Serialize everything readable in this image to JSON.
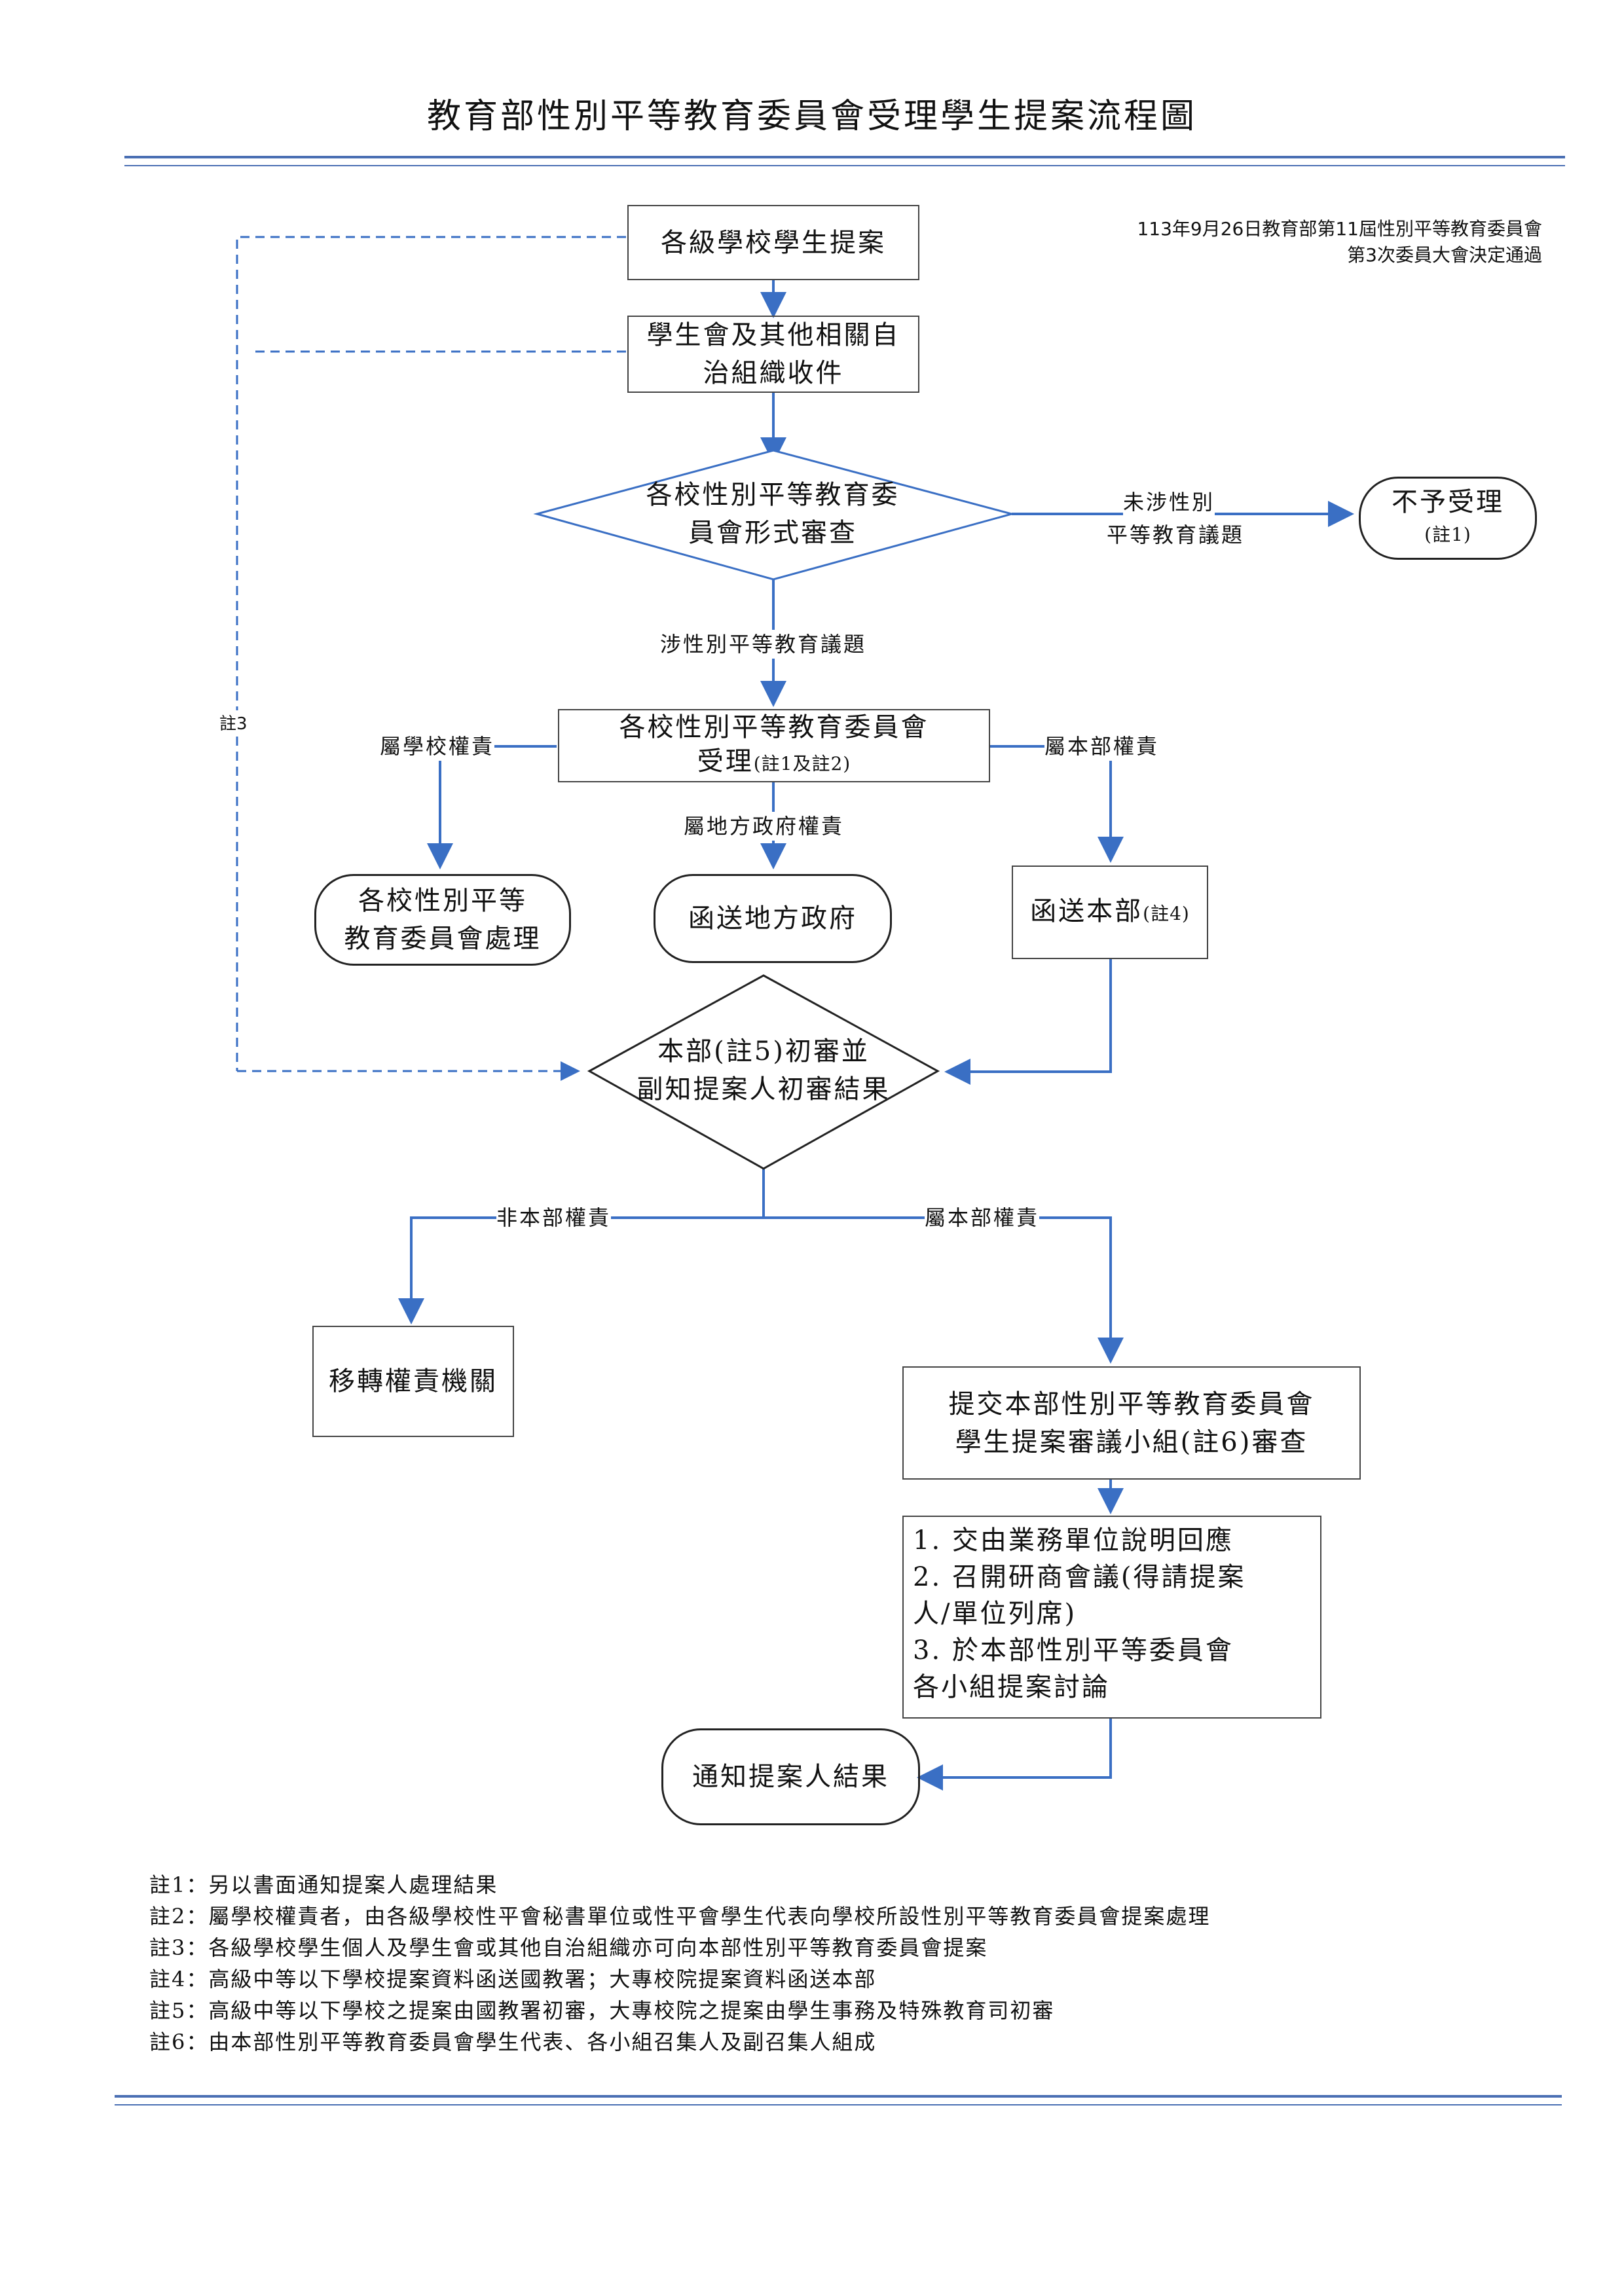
{
  "title": "教育部性別平等教育委員會受理學生提案流程圖",
  "approval": {
    "line1": "113年9月26日教育部第11屆性別平等教育委員會",
    "line2": "第3次委員大會決定通過"
  },
  "nodes": {
    "student_proposal": "各級學校學生提案",
    "receiving_org_l1": "學生會及其他相關自",
    "receiving_org_l2": "治組織收件",
    "formal_review_l1": "各校性別平等教育委",
    "formal_review_l2": "員會形式審查",
    "not_accepted": "不予受理",
    "not_accepted_note": "(註1)",
    "school_accept_l1": "各校性別平等教育委員會",
    "school_accept_l2": "受理",
    "school_accept_note": "(註1及註2)",
    "school_handle_l1": "各校性別平等",
    "school_handle_l2": "教育委員會處理",
    "send_local": "函送地方政府",
    "send_ministry": "函送本部",
    "send_ministry_note": "(註4)",
    "initial_review_l1": "本部(註5)初審並",
    "initial_review_l2": "副知提案人初審結果",
    "transfer": "移轉權責機關",
    "submit_l1": "提交本部性別平等教育委員會",
    "submit_l2": "學生提案審議小組(註6)審查",
    "notify": "通知提案人結果"
  },
  "labels": {
    "not_gender": "未涉性別",
    "not_gender_2": "平等教育議題",
    "is_gender": "涉性別平等教育議題",
    "school_resp": "屬學校權責",
    "ministry_resp": "屬本部權責",
    "local_resp": "屬地方政府權責",
    "note3": "註3",
    "not_ministry": "非本部權責",
    "ministry_resp_2": "屬本部權責"
  },
  "actions": [
    "1. 交由業務單位說明回應",
    "2. 召開研商會議(得請提案",
    "人/單位列席)",
    "3. 於本部性別平等委員會",
    "各小組提案討論"
  ],
  "notes": [
    "註1：另以書面通知提案人處理結果",
    "註2：屬學校權責者，由各級學校性平會秘書單位或性平會學生代表向學校所設性別平等教育委員會提案處理",
    "註3：各級學校學生個人及學生會或其他自治組織亦可向本部性別平等教育委員會提案",
    "註4：高級中等以下學校提案資料函送國教署；大專校院提案資料函送本部",
    "註5：高級中等以下學校之提案由國教署初審，大專校院之提案由學生事務及特殊教育司初審",
    "註6：由本部性別平等教育委員會學生代表、各小組召集人及副召集人組成"
  ],
  "colors": {
    "arrow": "#3a6fc4",
    "rule": "#4a6fb3",
    "border": "#222222"
  }
}
